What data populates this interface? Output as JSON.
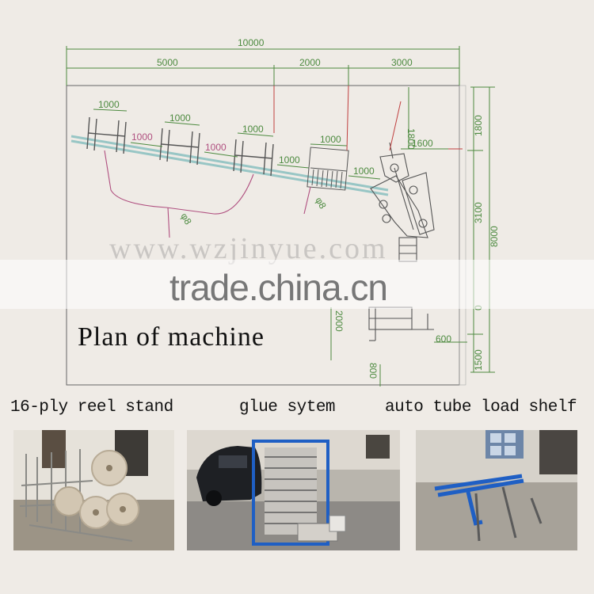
{
  "plan": {
    "title": "Plan of machine",
    "dimensions": {
      "total_width": "10000",
      "seg_a": "5000",
      "seg_b": "2000",
      "seg_c": "3000",
      "reel_1": "1000",
      "reel_2": "1000",
      "reel_3": "1000",
      "glue_w": "1000",
      "gap_1": "1000",
      "gap_2": "1000",
      "gap_3": "1000",
      "gap_4": "1000",
      "right_top": "1800",
      "right_mid": "3100",
      "right_bottom": "1500",
      "right_total": "8000",
      "inner_1800": "1800",
      "inner_1600": "1600",
      "inner_2000": "2000",
      "inner_800": "800",
      "inner_600": "600",
      "pipe_a": "φ8",
      "pipe_b": "φ8",
      "right_tick": "0"
    }
  },
  "watermarks": {
    "site": "www.wzjinyue.com",
    "trade": "trade.china.cn"
  },
  "captions": {
    "reel_stand": "16-ply reel stand",
    "glue_system": "glue sytem",
    "tube_shelf": "auto tube load shelf"
  },
  "colors": {
    "plan_lines": "#555555",
    "dimension": "#4c8a3f",
    "pipe": "#b05080",
    "leader": "#c04040",
    "rail": "#8fc2c2",
    "machine_blue": "#1f5fc4"
  }
}
